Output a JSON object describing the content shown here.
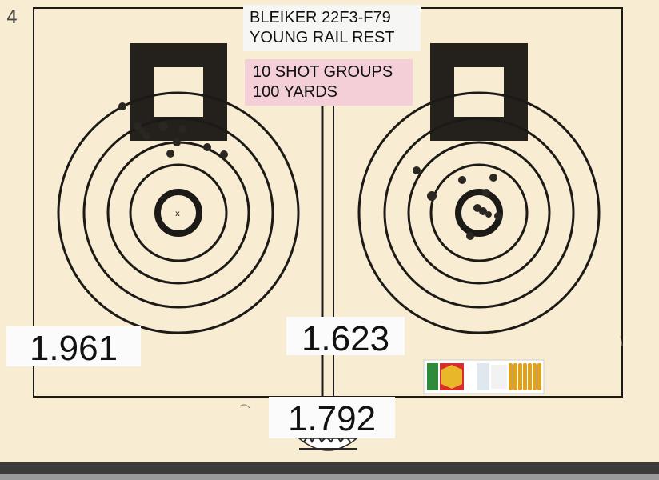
{
  "sheet": {
    "corner_mark": "4",
    "title_lines": [
      "BLEIKER 22F3-F79",
      "YOUNG RAIL REST"
    ],
    "info_lines": [
      "10 SHOT GROUPS",
      "100 YARDS"
    ],
    "left_group": "1.961",
    "right_group": "1.623",
    "average": "1.792"
  },
  "colors": {
    "paper": "#f8ecd2",
    "ink": "#1c1a17",
    "title_box": "#f6f6f4",
    "info_box": "#f4cfd8"
  },
  "icons": {
    "ammo_box": "ammo-box-icon",
    "foundation_logo": "foundation-logo-icon"
  }
}
